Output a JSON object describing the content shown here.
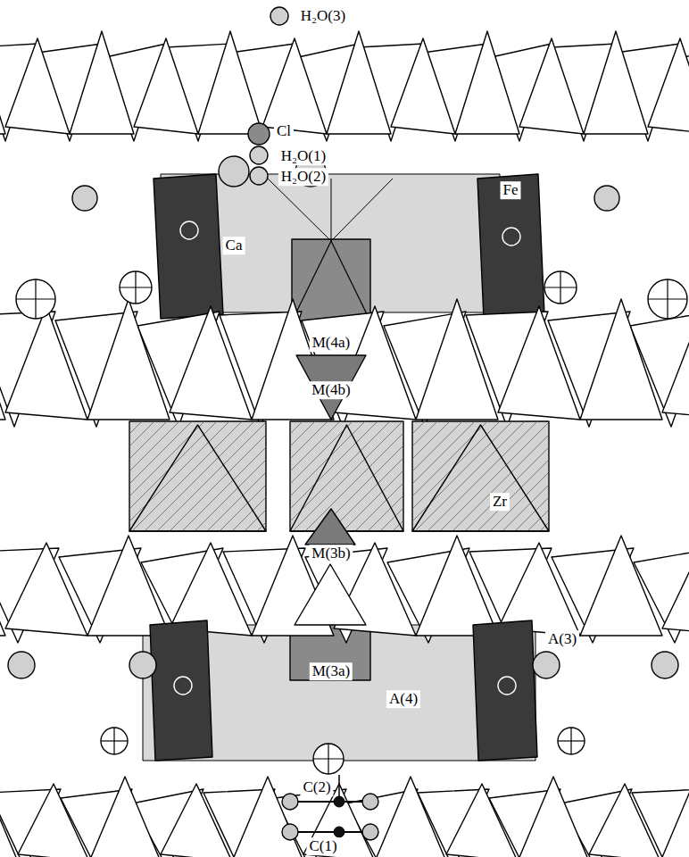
{
  "diagram": {
    "labels": [
      "H₂O(3)",
      "Cl",
      "H₂O(1)",
      "H₂O(2)",
      "Ca",
      "Fe",
      "M(4a)",
      "M(4b)",
      "Zr",
      "M(3b)",
      "A(3)",
      "M(3a)",
      "A(4)",
      "C(2)",
      "C(1)"
    ]
  }
}
